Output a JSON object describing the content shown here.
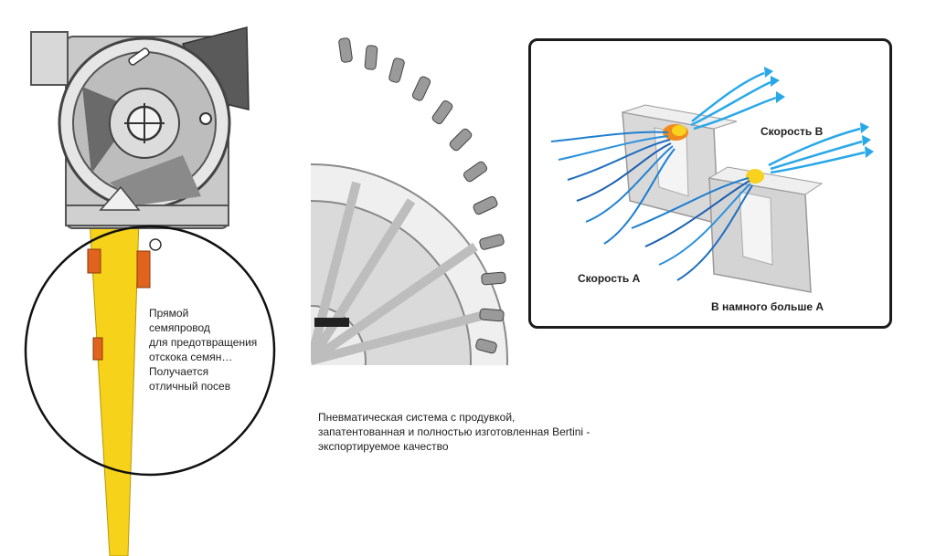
{
  "left_section": {
    "caption_lines": [
      "Прямой",
      "семяпровод",
      "для предотвращения",
      "отскока семян…",
      "Получается",
      "отличный посев"
    ]
  },
  "middle_section": {
    "caption_lines": [
      "Пневматическая система с продувкой,",
      "запатентованная и полностью изготовленная Bertini -",
      "экспортируемое качество"
    ]
  },
  "right_panel": {
    "speed_b_label": "Скорость B",
    "speed_a_label": "Скорость A",
    "comparison_label": "B намного больше A"
  },
  "colors": {
    "seed_tube_yellow": "#f6d21a",
    "housing_gray": "#9a9a9a",
    "bracket_orange": "#e0641e",
    "airflow_blue": "#1f7fd0",
    "seed_orange": "#f08a1a"
  }
}
